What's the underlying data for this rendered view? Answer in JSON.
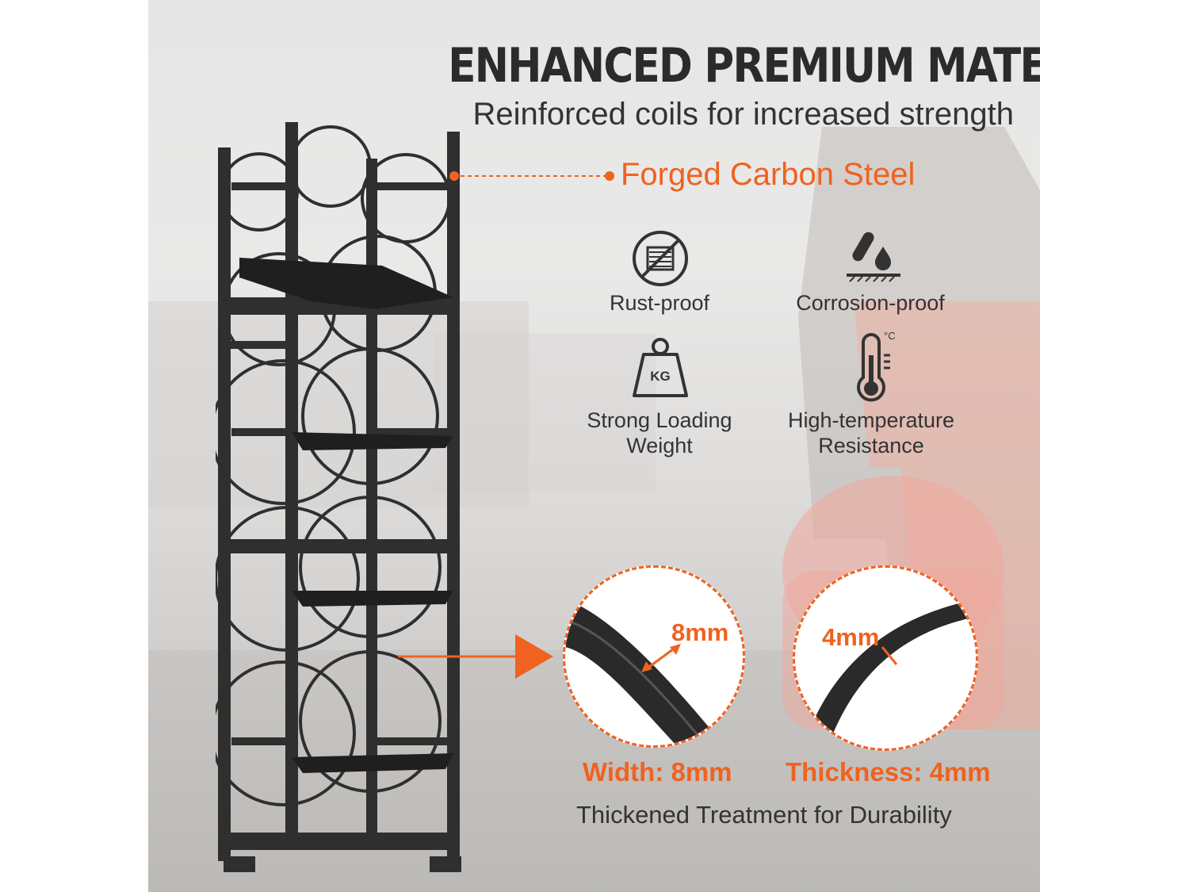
{
  "header": {
    "title": "ENHANCED PREMIUM MATERIALS",
    "subtitle": "Reinforced coils for increased strength"
  },
  "callout": {
    "label": "Forged Carbon Steel"
  },
  "features": [
    {
      "label": "Rust-proof",
      "icon": "rust-proof-icon"
    },
    {
      "label": "Corrosion-proof",
      "icon": "corrosion-proof-icon"
    },
    {
      "label_line1": "Strong Loading",
      "label_line2": "Weight",
      "icon": "kg-weight-icon",
      "icon_text": "KG"
    },
    {
      "label_line1": "High-temperature",
      "label_line2": "Resistance",
      "icon": "thermometer-icon",
      "icon_text": "°C"
    }
  ],
  "details": {
    "width_dim": "8mm",
    "thickness_dim": "4mm",
    "width_caption": "Width: 8mm",
    "thickness_caption": "Thickness: 4mm",
    "treatment": "Thickened Treatment for Durability"
  },
  "colors": {
    "accent": "#f0621f",
    "text": "#333333",
    "rack": "#2a2a2a"
  }
}
